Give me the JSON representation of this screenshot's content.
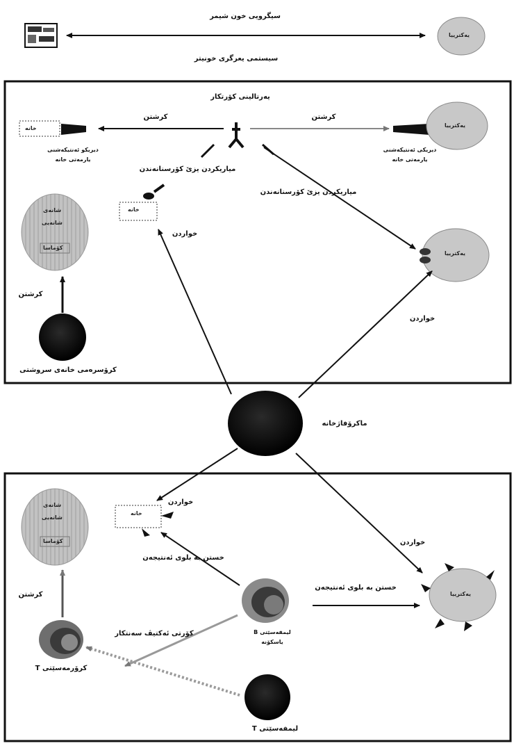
{
  "top": {
    "blood_system_label": "سیگرویی خون شیمر",
    "nervous_label": "سیستمی یعرگری خونیتر",
    "bacteria_label": "یەکترییا"
  },
  "panel1": {
    "title": "یەرتالینی کۆرتکار",
    "left_arrow_label": "کرشتن",
    "right_arrow_label": "کرشتن",
    "left_receptor_label": [
      "دیریکو ئەنتیکەشنی",
      "یارمەتی خانە"
    ],
    "right_receptor_label": [
      "دیریکی ئەنتیکەشنی",
      "یارمەتی خانە"
    ],
    "left_middle_label": "میاریکردن یزێ کۆرسنانەندن",
    "right_middle_label": "میاریکردن یزێ کۆرسنانەندن",
    "left_eat_label": "خواردن",
    "right_eat_label": "خواردن",
    "cell_tag": "خانە",
    "bacteria_label": "یەکترییا",
    "infected_cell": [
      "شانەی",
      "شانەیی",
      "کۆماسا"
    ],
    "left_kill_label": "کرشتن",
    "phagocyte_label": "کرۆسرەمی خانەی سروشتی"
  },
  "center_label": "ماکرۆفاژخانە",
  "panel2": {
    "eat_left_label": "خواردن",
    "eat_right_label": "خواردن",
    "cell_tag": "خانە",
    "infected_cell": [
      "شانەی",
      "شانەیی",
      "کۆماسا"
    ],
    "left_kill_label": "کرشتن",
    "b_to_cell_label": "خستن بە بلوی ئەنتیجەن",
    "b_to_bacteria_label": "خستن بە بلوی ئەنتیجەن",
    "activate_label": "کۆرتی ئەکتیڤ سەنتکار",
    "b_cell_label": [
      "لیمفەسێتی B",
      "یاسکۆنە"
    ],
    "t_killer_label": "کرۆرمەسێتی T",
    "t_cell_label": "لیمفەسێتی T",
    "bacteria_label": "یەکترییا"
  },
  "colors": {
    "bacteria_fill": "#c8c8c8",
    "dark_cell": "#101010",
    "tissue_fill": "#c0c0c0",
    "line": "#111111",
    "dotted_arrow": "#8a8a8a"
  }
}
